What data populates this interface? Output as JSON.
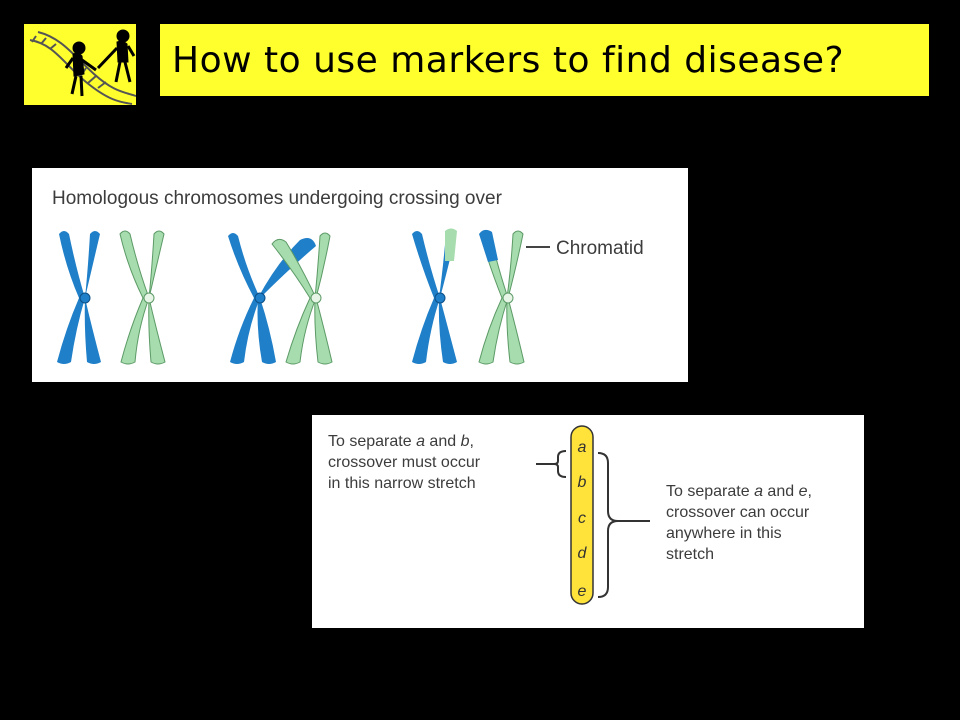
{
  "title": "How to use markers to find disease?",
  "colors": {
    "accent_yellow": "#ffff2e",
    "chromosome_blue": "#1f7fc8",
    "chromosome_green": "#a6dcae",
    "marker_bar": "#ffe33a"
  },
  "logo": {
    "icon": "people-holding-hands-on-dna-ladder"
  },
  "crossing_over_panel": {
    "heading": "Homologous chromosomes undergoing crossing over",
    "chromatid_label": "Chromatid"
  },
  "marker_panel": {
    "left_text": [
      "To separate ",
      "a",
      " and ",
      "b",
      ",",
      "crossover must occur",
      "in this narrow stretch"
    ],
    "right_text": [
      "To separate ",
      "a",
      " and ",
      "e",
      ",",
      "crossover can occur",
      "anywhere in this",
      "stretch"
    ],
    "markers": [
      "a",
      "b",
      "c",
      "d",
      "e"
    ]
  }
}
